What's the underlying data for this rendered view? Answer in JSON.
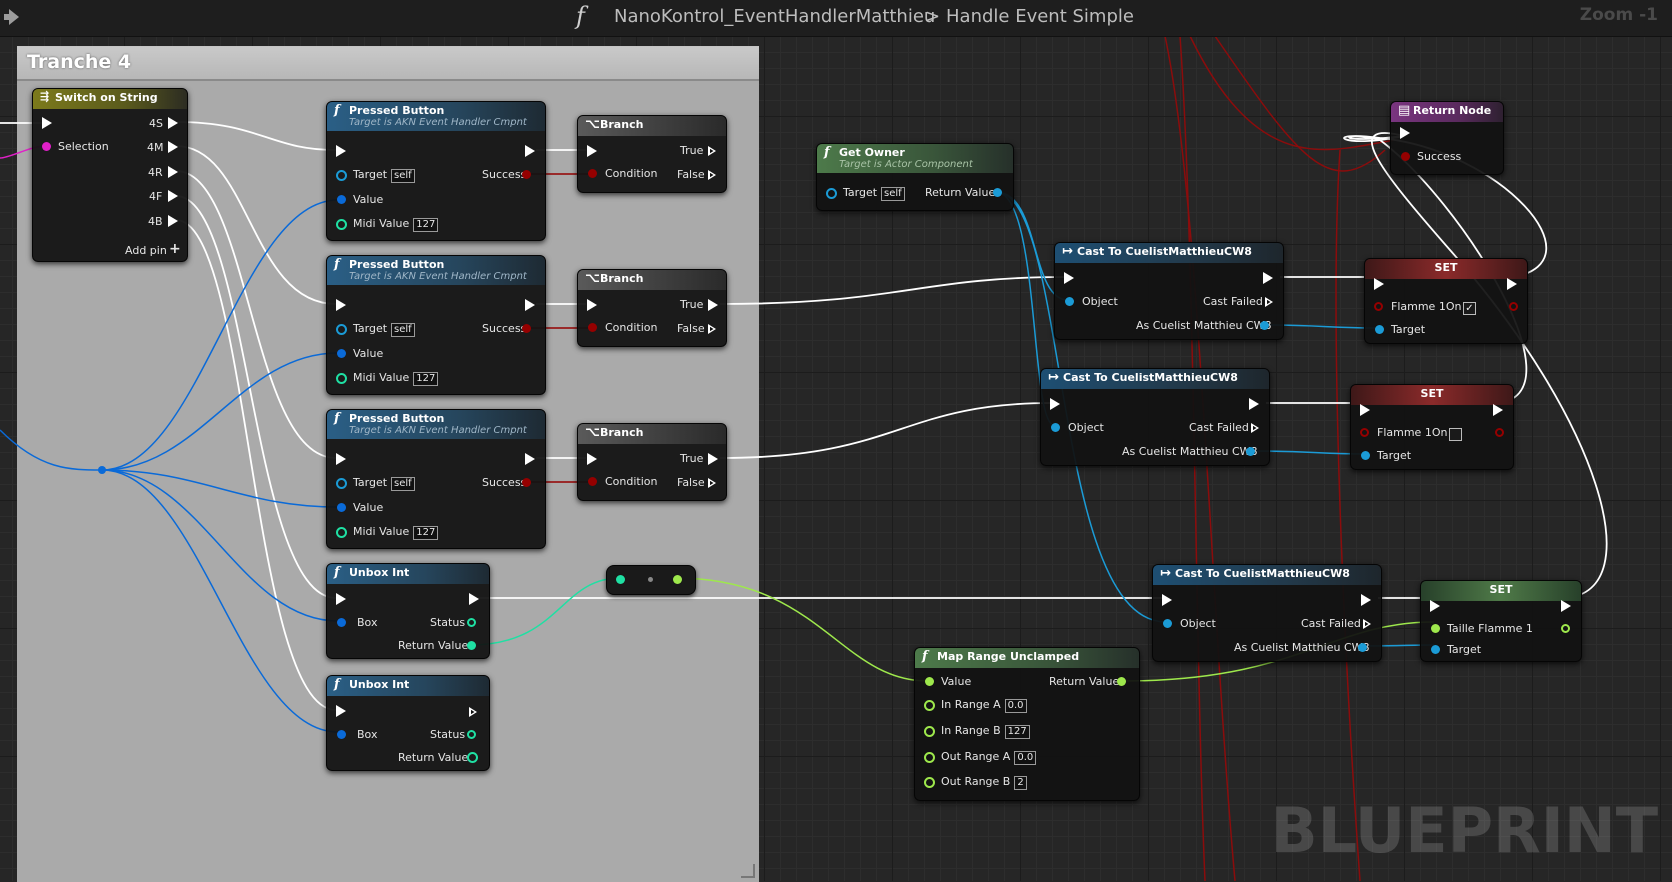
{
  "breadcrumb": {
    "graph": "NanoKontrol_EventHandlerMatthieu",
    "separator": ">",
    "function": "Handle Event Simple"
  },
  "zoom_label": "Zoom -1",
  "comment_title": "Tranche 4",
  "watermark": "BLUEPRINT",
  "colors": {
    "exec": "#ffffff",
    "object_pin": "#1b9bd6",
    "struct_pin": "#0a6ad8",
    "bool_pin": "#950000",
    "int_pin": "#1fe0a3",
    "float_pin": "#9ee84c",
    "string_pin": "#e020c8"
  },
  "switch_node": {
    "title": "Switch on String",
    "selection_label": "Selection",
    "cases": [
      "4S",
      "4M",
      "4R",
      "4F",
      "4B"
    ],
    "add_pin": "Add pin"
  },
  "pressed_buttons": [
    {
      "title": "Pressed Button",
      "subtitle": "Target is AKN Event Handler Cmpnt",
      "target": "Target",
      "target_default": "self",
      "success": "Success",
      "value": "Value",
      "midi": "Midi Value",
      "midi_default": "127"
    },
    {
      "title": "Pressed Button",
      "subtitle": "Target is AKN Event Handler Cmpnt",
      "target": "Target",
      "target_default": "self",
      "success": "Success",
      "value": "Value",
      "midi": "Midi Value",
      "midi_default": "127"
    },
    {
      "title": "Pressed Button",
      "subtitle": "Target is AKN Event Handler Cmpnt",
      "target": "Target",
      "target_default": "self",
      "success": "Success",
      "value": "Value",
      "midi": "Midi Value",
      "midi_default": "127"
    }
  ],
  "branches": [
    {
      "title": "Branch",
      "condition": "Condition",
      "true_label": "True",
      "false_label": "False"
    },
    {
      "title": "Branch",
      "condition": "Condition",
      "true_label": "True",
      "false_label": "False"
    },
    {
      "title": "Branch",
      "condition": "Condition",
      "true_label": "True",
      "false_label": "False"
    }
  ],
  "unbox_nodes": [
    {
      "title": "Unbox Int",
      "box": "Box",
      "status": "Status",
      "return_value": "Return Value"
    },
    {
      "title": "Unbox Int",
      "box": "Box",
      "status": "Status",
      "return_value": "Return Value"
    }
  ],
  "get_owner": {
    "title": "Get Owner",
    "subtitle": "Target is Actor Component",
    "target": "Target",
    "target_default": "self",
    "return_value": "Return Value"
  },
  "casts": [
    {
      "title": "Cast To CuelistMatthieuCW8",
      "object": "Object",
      "failed": "Cast Failed",
      "as_label": "As Cuelist Matthieu CW8"
    },
    {
      "title": "Cast To CuelistMatthieuCW8",
      "object": "Object",
      "failed": "Cast Failed",
      "as_label": "As Cuelist Matthieu CW8"
    },
    {
      "title": "Cast To CuelistMatthieuCW8",
      "object": "Object",
      "failed": "Cast Failed",
      "as_label": "As Cuelist Matthieu CW8"
    }
  ],
  "set_nodes": [
    {
      "title": "SET",
      "var": "Flamme 1On",
      "checked": true,
      "checked_glyph": "✓",
      "target": "Target"
    },
    {
      "title": "SET",
      "var": "Flamme 1On",
      "checked": false,
      "checked_glyph": "",
      "target": "Target"
    },
    {
      "title": "SET",
      "var": "Taille Flamme 1",
      "target": "Target"
    }
  ],
  "return_node": {
    "title": "Return Node",
    "success": "Success"
  },
  "map_range": {
    "title": "Map Range Unclamped",
    "value": "Value",
    "return_value": "Return Value",
    "in_a": "In Range A",
    "in_a_default": "0.0",
    "in_b": "In Range B",
    "in_b_default": "127",
    "out_a": "Out Range A",
    "out_a_default": "0.0",
    "out_b": "Out Range B",
    "out_b_default": "2"
  }
}
